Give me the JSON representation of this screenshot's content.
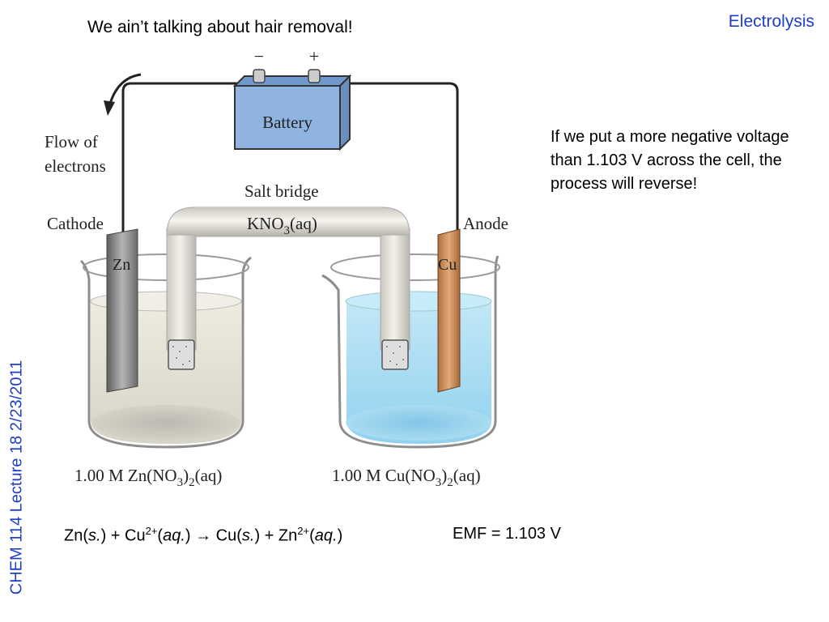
{
  "slide": {
    "title": "Electrolysis",
    "subtitle": "We ain’t talking about hair removal!",
    "side_label": "CHEM 114 Lecture 18 2/23/2011",
    "note": "If we put a more negative voltage than 1.103 V across the cell, the process will reverse!",
    "equation": {
      "zn": "Zn(",
      "s1": "s.",
      "p1": ") + Cu",
      "cu_charge": "2+",
      "p2": "(",
      "aq1": "aq.",
      "p3": ") → Cu(",
      "s2": "s.",
      "p4": ") + Zn",
      "zn_charge": "2+",
      "p5": "(",
      "aq2": "aq.",
      "p6": ")"
    },
    "emf": "EMF = 1.103 V"
  },
  "diagram": {
    "battery_label": "Battery",
    "minus": "−",
    "plus": "+",
    "flow_label_1": "Flow of",
    "flow_label_2": "electrons",
    "salt_bridge_label": "Salt bridge",
    "salt_formula_a": "KNO",
    "salt_formula_sub": "3",
    "salt_formula_b": "(aq)",
    "cathode_label": "Cathode",
    "anode_label": "Anode",
    "zn_label": "Zn",
    "cu_label": "Cu",
    "left_solution": {
      "a": "1.00 M Zn(NO",
      "sub1": "3",
      "b": ")",
      "sub2": "2",
      "c": "(aq)"
    },
    "right_solution": {
      "a": "1.00 M Cu(NO",
      "sub1": "3",
      "b": ")",
      "sub2": "2",
      "c": "(aq)"
    },
    "colors": {
      "battery": "#8fb4e0",
      "copper": "#c98a55",
      "zinc": "#8d8d8d",
      "blue_solution": "#a8dcf2",
      "zinc_solution": "#e4e0d2",
      "accent": "#1f3ec8"
    }
  }
}
